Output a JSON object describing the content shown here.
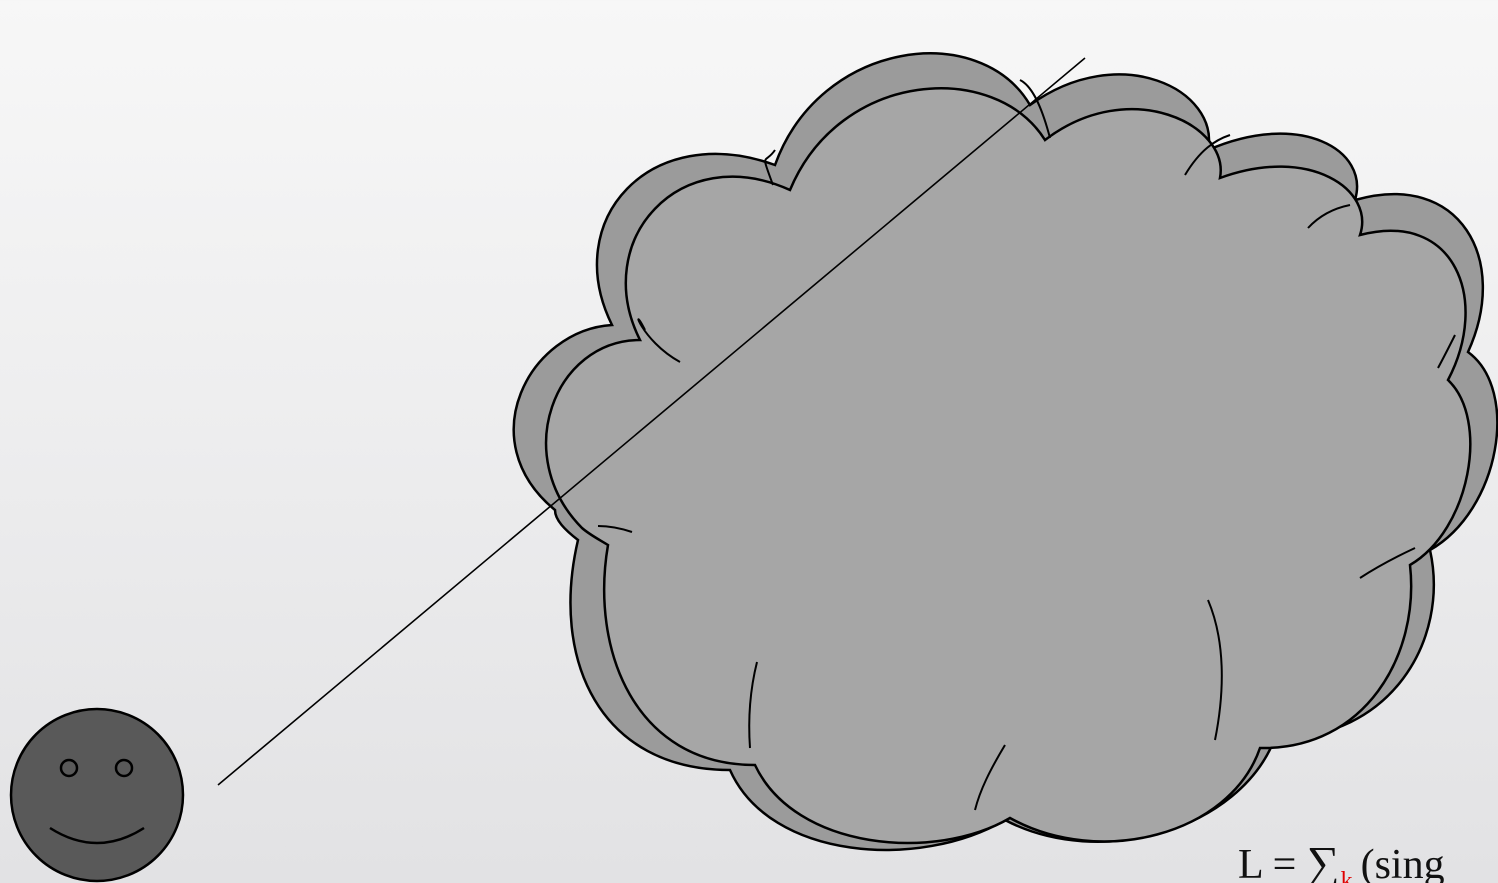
{
  "equation": {
    "lhs": "L = ",
    "sigma": "∑",
    "subscript": "k",
    "rest": "(sing"
  },
  "colors": {
    "cloud_fill": "#a6a6a6",
    "face_fill": "#595959",
    "outline": "#000000",
    "subscript": "#e00000"
  },
  "icons": [
    "smiley-face-icon",
    "cloud-icon"
  ]
}
